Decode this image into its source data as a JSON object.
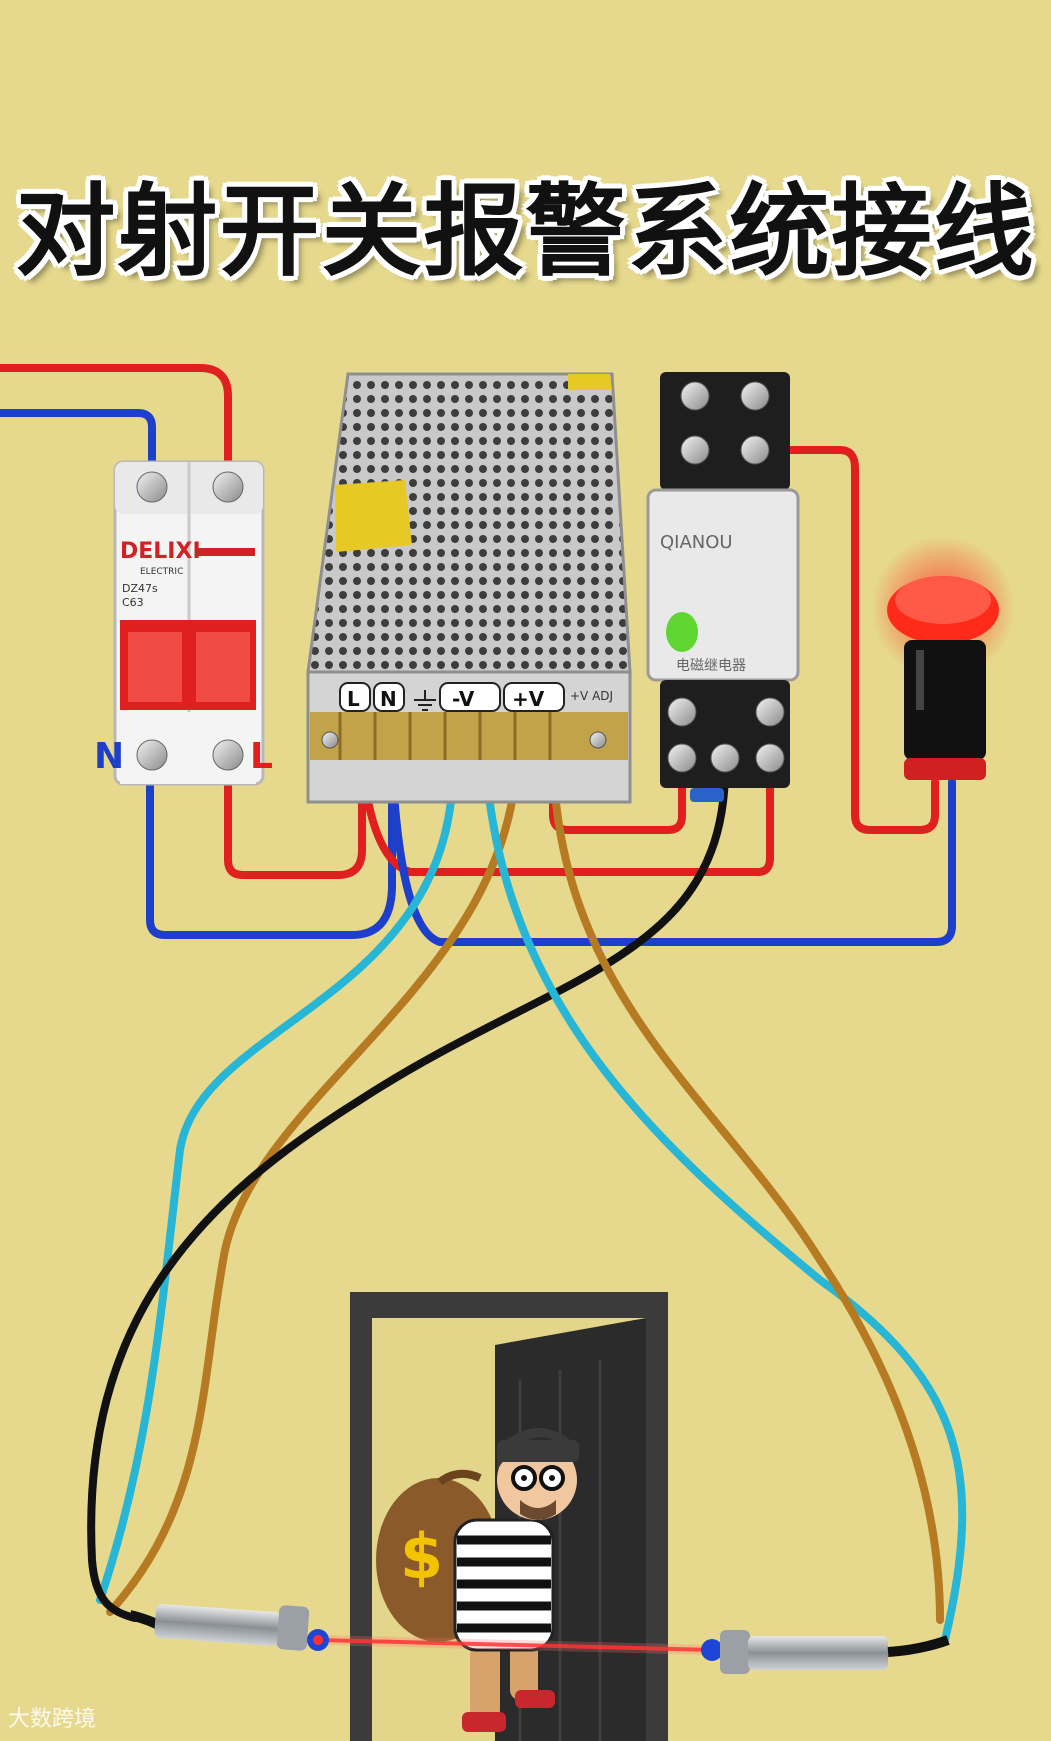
{
  "title": "对射开关报警系统接线",
  "breaker": {
    "brand": "DELIXI",
    "sub": "ELECTRIC",
    "model": "DZ47s",
    "rating": "C63",
    "n_label": "N",
    "l_label": "L"
  },
  "psu": {
    "terminals": [
      "L",
      "N",
      "-V",
      "+V"
    ],
    "adj_label": "+V ADJ"
  },
  "relay": {
    "brand": "QIANOU",
    "type_label": "电磁继电器"
  },
  "watermark": "大数跨境",
  "colors": {
    "background": "#e6d98d",
    "live_red": "#e0201e",
    "neutral_blue": "#1d3fc9",
    "cyan": "#27b6d6",
    "brown": "#b57a22",
    "black": "#111111"
  }
}
